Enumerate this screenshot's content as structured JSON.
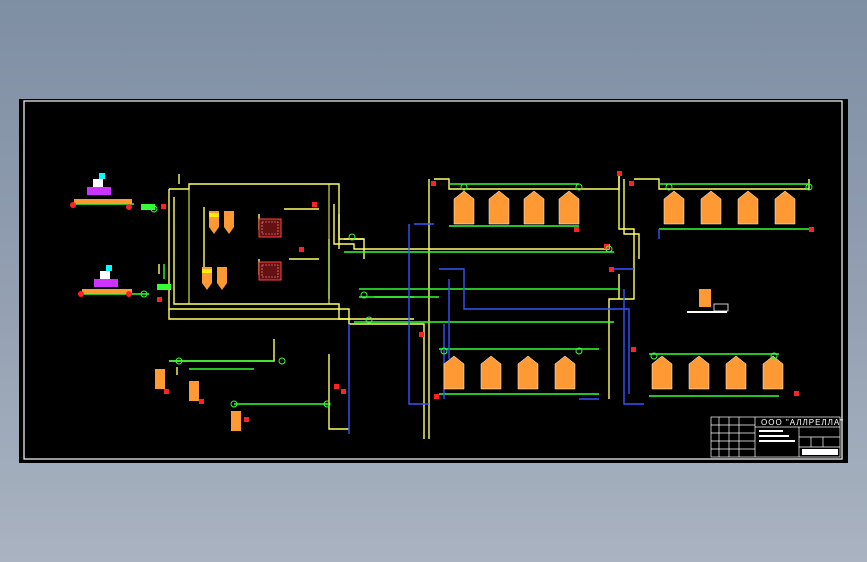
{
  "title_block": {
    "company": "ООО \"АЛЛРЕЛЛА\""
  },
  "colors": {
    "sheet": "#000000",
    "frame": "#ffffff",
    "yellow_pipe": "#ffff66",
    "green_pipe": "#33ff33",
    "blue_pipe": "#3355ff",
    "equipment": "#ff9933",
    "marker": "#ff2222"
  },
  "tank_groups": [
    {
      "id": "top-left",
      "count": 4
    },
    {
      "id": "top-right",
      "count": 4
    },
    {
      "id": "bottom-left",
      "count": 4
    },
    {
      "id": "bottom-right",
      "count": 4
    }
  ]
}
